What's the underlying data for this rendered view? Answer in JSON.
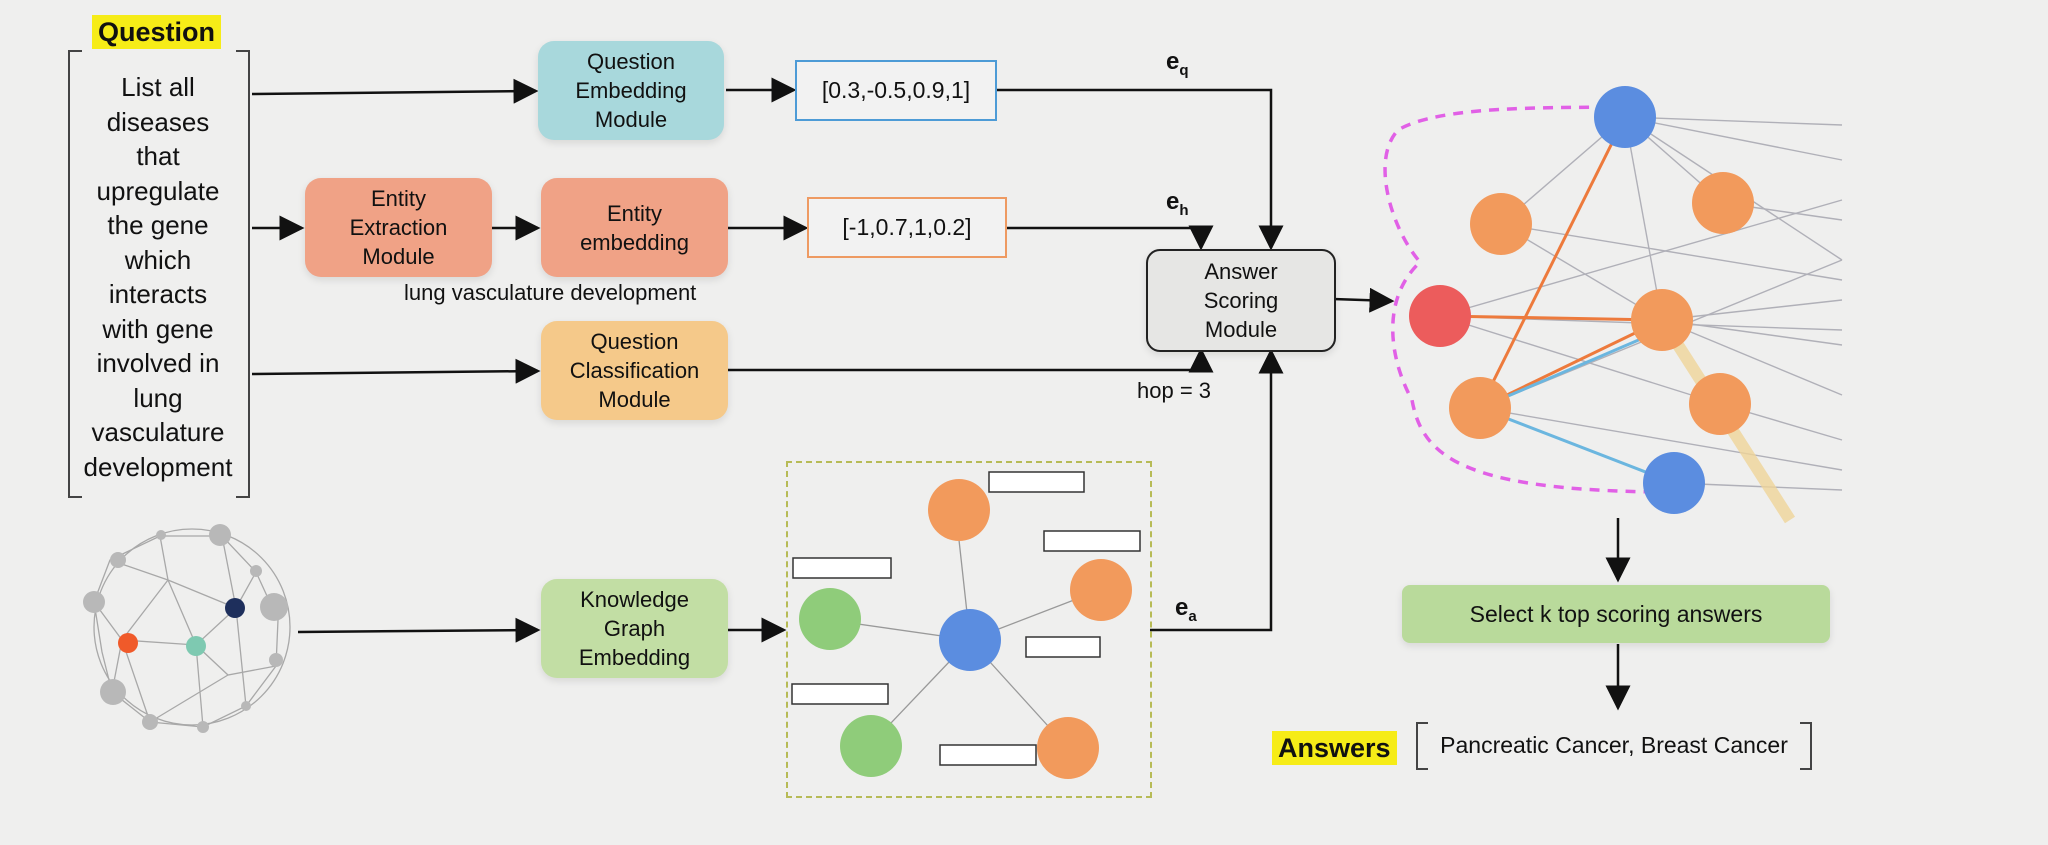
{
  "question": {
    "label": "Question",
    "lines": [
      "List all",
      "diseases",
      "that",
      "upregulate",
      "the gene",
      "which",
      "interacts",
      "with gene",
      "involved in",
      "lung",
      "vasculature",
      "development"
    ]
  },
  "modules": {
    "question_embedding": [
      "Question",
      "Embedding",
      "Module"
    ],
    "entity_extraction": [
      "Entity",
      "Extraction",
      "Module"
    ],
    "entity_embedding": [
      "Entity",
      "embedding"
    ],
    "question_classification": [
      "Question",
      "Classification",
      "Module"
    ],
    "answer_scoring": [
      "Answer",
      "Scoring",
      "Module"
    ],
    "kg_embedding": [
      "Knowledge",
      "Graph",
      "Embedding"
    ],
    "select_top": "Select k top scoring answers"
  },
  "vectors": {
    "eq": "[0.3,-0.5,0.9,1]",
    "eh": "[-1,0.7,1,0.2]"
  },
  "labels": {
    "eq_main": "e",
    "eq_sub": "q",
    "eh_main": "e",
    "eh_sub": "h",
    "ea_main": "e",
    "ea_sub": "a",
    "entity": "lung vasculature development",
    "hop": "hop = 3"
  },
  "answers": {
    "label": "Answers",
    "value": "Pancreatic Cancer, Breast Cancer"
  },
  "colors": {
    "question_embedding": "#a8d8dc",
    "entity": "#f0a286",
    "classification": "#f5c98a",
    "kg": "#c2dea4",
    "select": "#b9da9b",
    "answer_scoring": "#e6e6e4",
    "node_orange": "#f29a5c",
    "node_blue": "#5b8de0",
    "node_green": "#8fcc7a",
    "node_red": "#ec5c5c",
    "highlight": "#f6ec17"
  }
}
